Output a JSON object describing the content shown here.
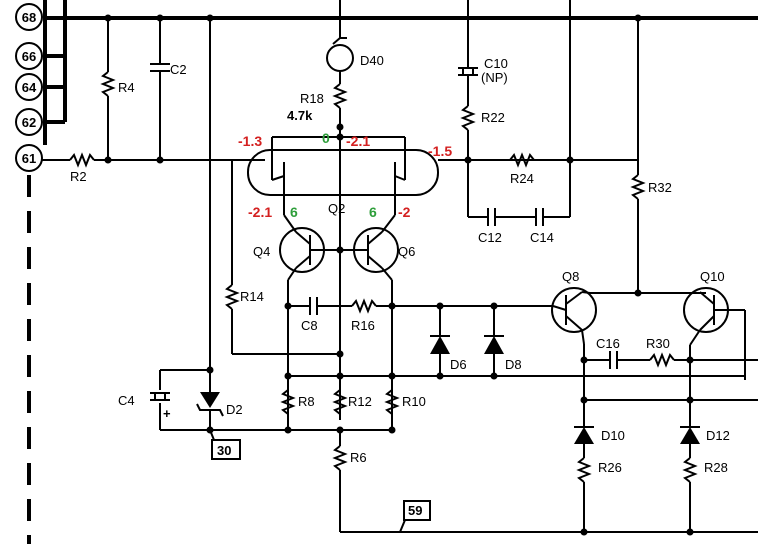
{
  "connectors": [
    "68",
    "66",
    "64",
    "62",
    "61"
  ],
  "terminals": {
    "t30": "30",
    "t59": "59"
  },
  "components": {
    "R2": "R2",
    "R4": "R4",
    "C2": "C2",
    "D40": "D40",
    "R18": "R18",
    "R18_value": "4.7k",
    "C10": "C10",
    "C10_np": "(NP)",
    "R22": "R22",
    "R24": "R24",
    "C12": "C12",
    "C14": "C14",
    "R32": "R32",
    "Q2": "Q2",
    "Q4": "Q4",
    "Q6": "Q6",
    "Q8": "Q8",
    "Q10": "Q10",
    "R14": "R14",
    "C8": "C8",
    "R16": "R16",
    "D6": "D6",
    "D8": "D8",
    "C16": "C16",
    "R30": "R30",
    "C4": "C4",
    "C4_plus": "+",
    "D2": "D2",
    "R8": "R8",
    "R12": "R12",
    "R10": "R10",
    "R6": "R6",
    "D10": "D10",
    "D12": "D12",
    "R26": "R26",
    "R28": "R28"
  },
  "voltages": {
    "q2_left_base": "-1.3",
    "q2_emitter": "0",
    "q2_right_emitter": "-2.1",
    "q2_right_base": "-1.5",
    "q4_base": "-2.1",
    "q4_collector": "6",
    "q6_collector": "6",
    "q6_base": "-2"
  },
  "colors": {
    "voltage_negative": "#d42020",
    "voltage_positive": "#2e9e3a",
    "ink": "#000000"
  }
}
